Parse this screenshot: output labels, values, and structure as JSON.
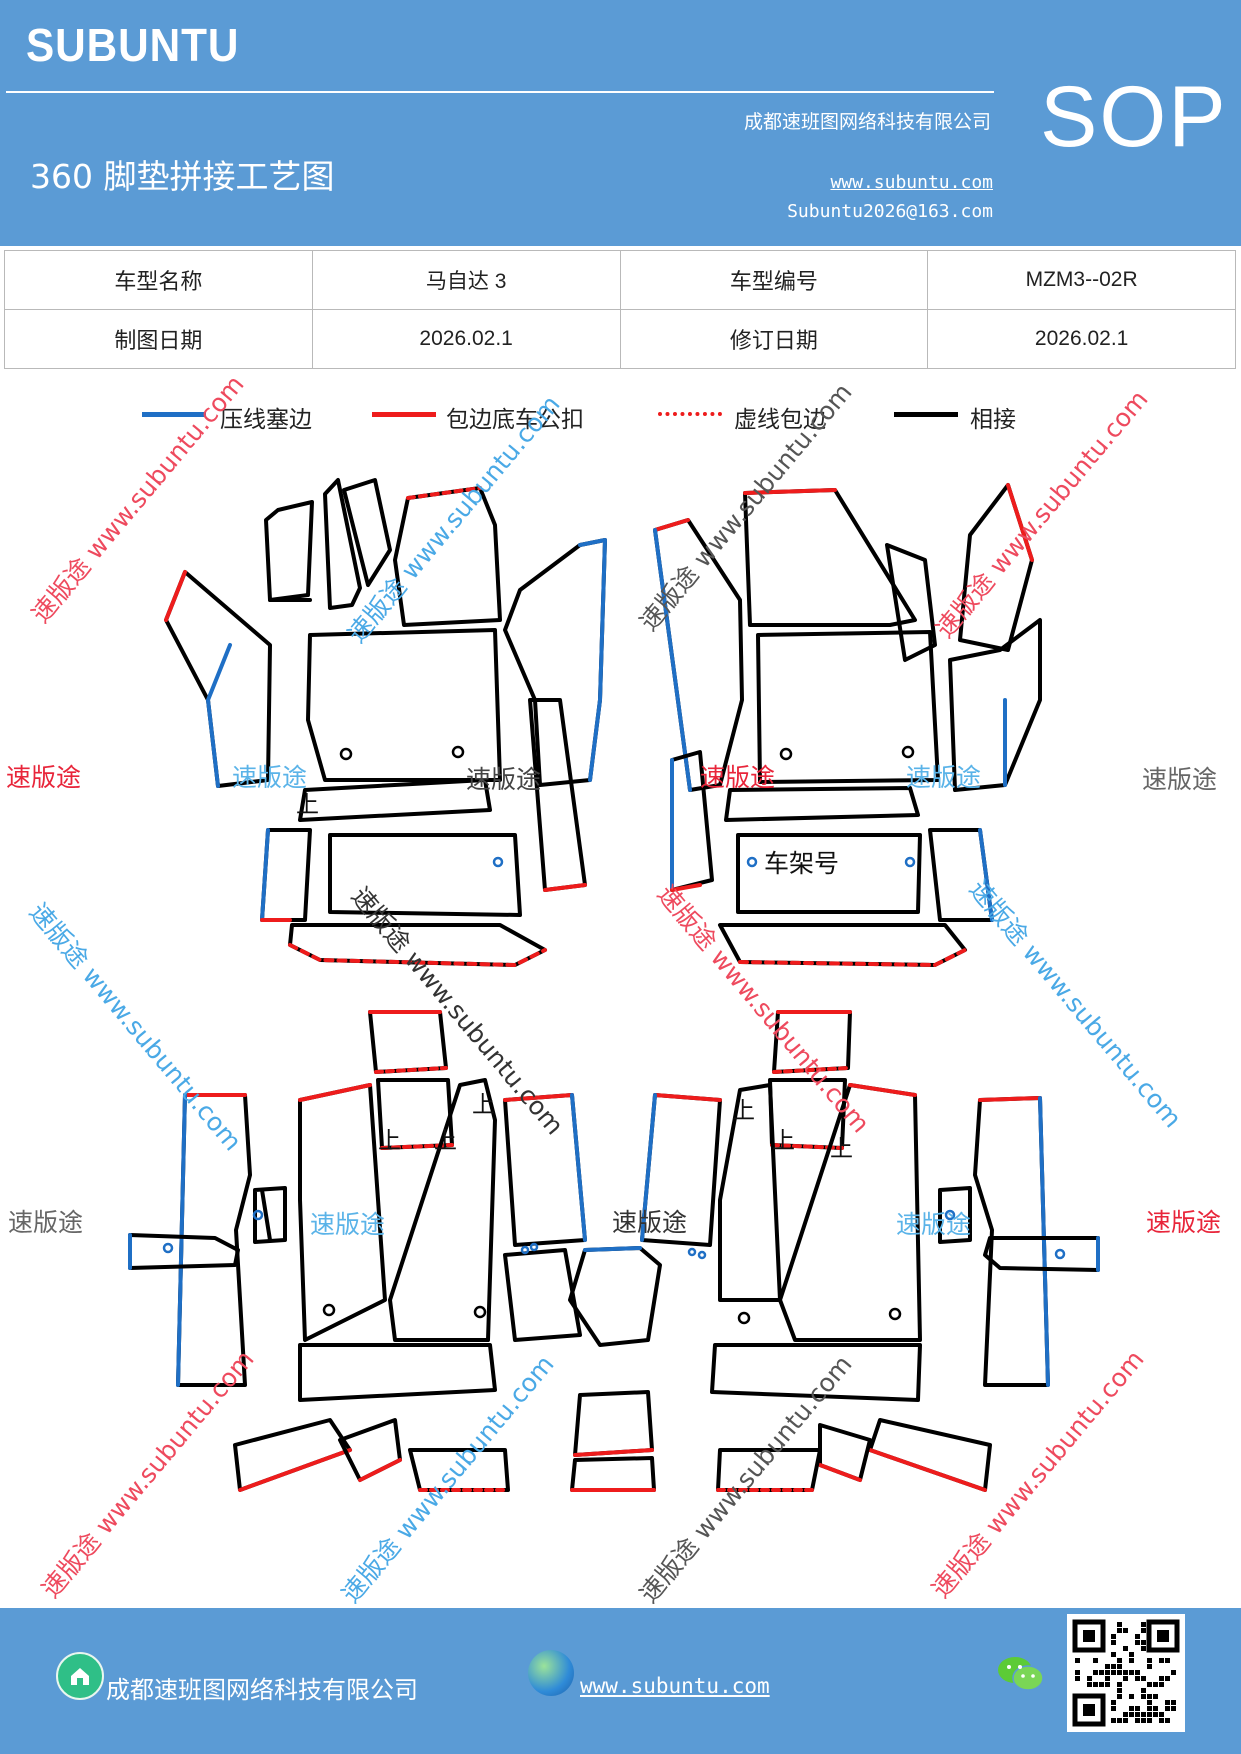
{
  "header": {
    "brand": "SUBUNTU",
    "company": "成都速班图网络科技有限公司",
    "title": "360 脚垫拼接工艺图",
    "website": "www.subuntu.com",
    "email": "Subuntu2026@163.com",
    "badge": "SOP"
  },
  "info_table": {
    "rows": [
      {
        "label1": "车型名称",
        "value1": "马自达 3",
        "label2": "车型编号",
        "value2": "MZM3--02R"
      },
      {
        "label1": "制图日期",
        "value1": "2026.02.1",
        "label2": "修订日期",
        "value2": "2026.02.1"
      }
    ]
  },
  "legend": [
    {
      "label": "压线塞边",
      "color": "#1f6fc5",
      "style": "solid"
    },
    {
      "label": "包边底车公扣",
      "color": "#ee1c1c",
      "style": "solid"
    },
    {
      "label": "虚线包边",
      "color": "#ee1c1c",
      "style": "dashed"
    },
    {
      "label": "相接",
      "color": "#000000",
      "style": "solid"
    }
  ],
  "diagram": {
    "mark_up": "上",
    "frame_number": "车架号",
    "watermark_brand": "速版途",
    "watermark_full": "速版途 www.subuntu.com",
    "watermark_site": "www.subuntu.com"
  },
  "footer": {
    "company": "成都速班图网络科技有限公司",
    "website": "www.subuntu.com"
  },
  "colors": {
    "header_blue": "#5b9bd5",
    "stitch_blue": "#1f6fc5",
    "wrap_red": "#ee1c1c",
    "join_black": "#000000"
  },
  "icons": [
    "home-icon",
    "globe-icon",
    "wechat-icon",
    "qr-code"
  ]
}
